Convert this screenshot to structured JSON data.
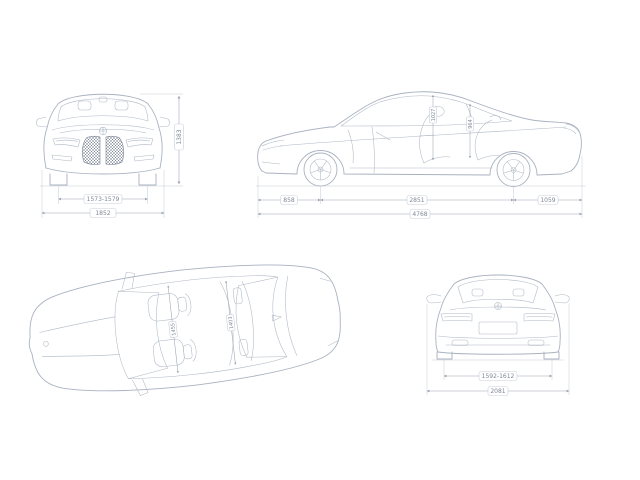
{
  "colors": {
    "car_line": "#a9b2c0",
    "dim_line": "#9aa3b2",
    "text": "#7f8897",
    "label_border": "#c9cfd9",
    "background": "#ffffff"
  },
  "views": {
    "front": {
      "name": "front",
      "dims": {
        "height": "1383",
        "track": "1573-1579",
        "width": "1852"
      }
    },
    "side": {
      "name": "side",
      "dims": {
        "headroom_front": "1027",
        "headroom_rear": "964",
        "overhang_front": "858",
        "wheelbase": "2851",
        "overhang_rear": "1059",
        "length": "4768"
      }
    },
    "top": {
      "name": "top",
      "dims": {
        "interior_width_front": "1455",
        "interior_width_rear": "1403"
      }
    },
    "rear": {
      "name": "rear",
      "dims": {
        "track": "1592-1612",
        "width_mirrors": "2081"
      }
    }
  }
}
